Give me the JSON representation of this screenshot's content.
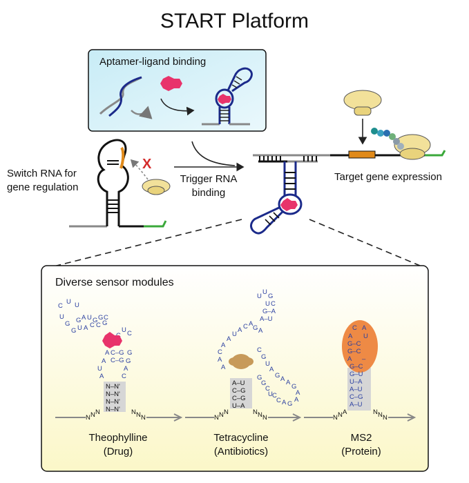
{
  "title": "START Platform",
  "aptamer_box": {
    "label": "Aptamer-ligand binding"
  },
  "switch_label": [
    "Switch RNA for",
    "gene regulation"
  ],
  "trigger_label": [
    "Trigger RNA",
    "binding"
  ],
  "target_label": "Target gene expression",
  "block_mark": "X",
  "sensor_box": {
    "label": "Diverse sensor modules"
  },
  "modules": [
    {
      "name": "Theophylline",
      "sub": "(Drug)"
    },
    {
      "name": "Tetracycline",
      "sub": "(Antibiotics)"
    },
    {
      "name": "MS2",
      "sub": "(Protein)"
    }
  ],
  "colors": {
    "ligand": "#e8336b",
    "ribosome": "#f2e19a",
    "rna_blue": "#1b2a8a",
    "green": "#3aa83a",
    "orange": "#e08a1a",
    "aptamer_bg": "#d8f1f8",
    "sensor_bg": "#fcfbe0",
    "tetracycline": "#c79a5a",
    "ms2": "#ee8a45"
  }
}
